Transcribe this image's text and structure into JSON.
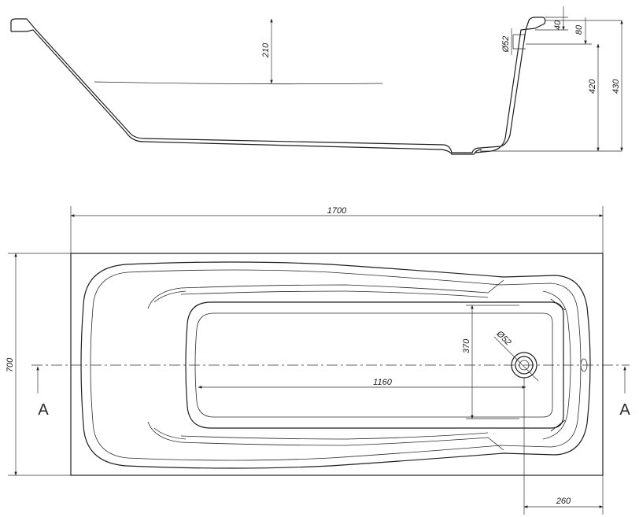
{
  "diagram": {
    "section_view": {
      "dimensions": {
        "depth_inner": "210",
        "rim_40": "40",
        "rim_80": "80",
        "overflow_diameter": "Ø52",
        "height_420": "420",
        "height_430": "430"
      }
    },
    "plan_view": {
      "dimensions": {
        "length": "1700",
        "width": "700",
        "bottom_width": "370",
        "bottom_length": "1160",
        "drain_diameter": "Ø52",
        "drain_offset": "260"
      },
      "section_marks": {
        "left": "A",
        "right": "A"
      }
    }
  }
}
